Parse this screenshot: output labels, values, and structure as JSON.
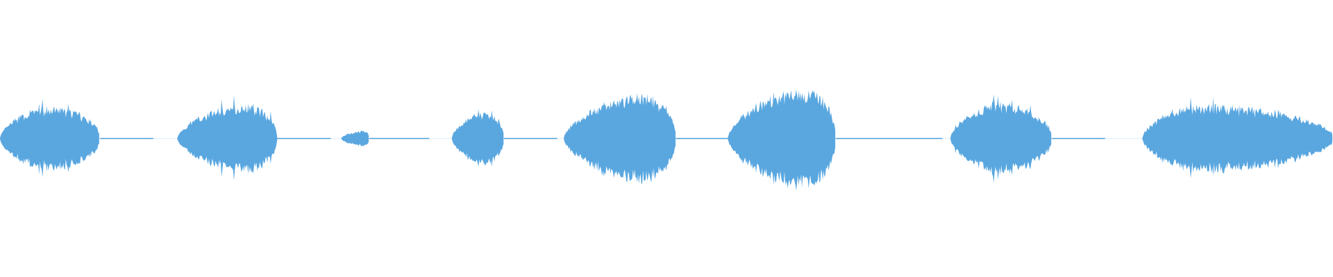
{
  "waveform": {
    "color": "#5aa7e0",
    "segments": [
      {
        "start": 0.0,
        "end": 0.075,
        "peak": 0.215,
        "skew": 0.5,
        "tail": 0.04
      },
      {
        "start": 0.133,
        "end": 0.208,
        "peak": 0.235,
        "skew": 0.7,
        "tail": 0.04
      },
      {
        "start": 0.256,
        "end": 0.277,
        "peak": 0.055,
        "skew": 0.85,
        "tail": 0.045
      },
      {
        "start": 0.339,
        "end": 0.378,
        "peak": 0.18,
        "skew": 0.68,
        "tail": 0.04
      },
      {
        "start": 0.423,
        "end": 0.507,
        "peak": 0.3,
        "skew": 0.72,
        "tail": 0.04
      },
      {
        "start": 0.546,
        "end": 0.627,
        "peak": 0.34,
        "skew": 0.72,
        "tail": 0.08
      },
      {
        "start": 0.713,
        "end": 0.789,
        "peak": 0.24,
        "skew": 0.48,
        "tail": 0.04
      },
      {
        "start": 0.857,
        "end": 1.0,
        "peak": 0.23,
        "skew": 0.3,
        "tail": 0.0
      }
    ]
  }
}
